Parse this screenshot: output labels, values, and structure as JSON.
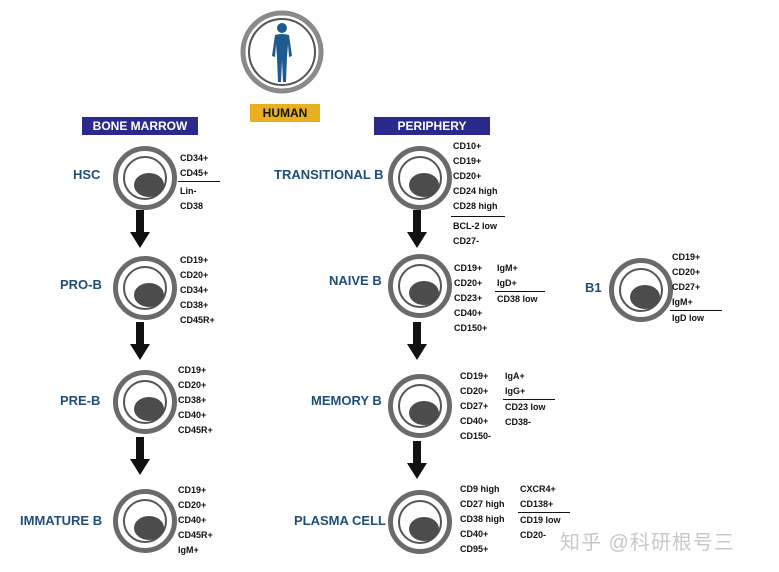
{
  "header": {
    "human_label": "HUMAN"
  },
  "sections": {
    "bone_marrow": "BONE MARROW",
    "periphery": "PERIPHERY"
  },
  "stages": {
    "hsc": {
      "name": "HSC",
      "markers_top": [
        "CD34+",
        "CD45+"
      ],
      "markers_bottom": [
        "Lin-",
        "CD38"
      ]
    },
    "pro_b": {
      "name": "PRO-B",
      "markers": [
        "CD19+",
        "CD20+",
        "CD34+",
        "CD38+",
        "CD45R+"
      ]
    },
    "pre_b": {
      "name": "PRE-B",
      "markers": [
        "CD19+",
        "CD20+",
        "CD38+",
        "CD40+",
        "CD45R+"
      ]
    },
    "immature_b": {
      "name": "IMMATURE B",
      "markers": [
        "CD19+",
        "CD20+",
        "CD40+",
        "CD45R+",
        "IgM+"
      ]
    },
    "transitional_b": {
      "name": "TRANSITIONAL B",
      "markers_top": [
        "CD10+",
        "CD19+",
        "CD20+",
        "CD24 high",
        "CD28 high"
      ],
      "markers_bottom": [
        "BCL-2 low",
        "CD27-"
      ]
    },
    "naive_b": {
      "name": "NAIVE B",
      "markers_col1": [
        "CD19+",
        "CD20+",
        "CD23+",
        "CD40+",
        "CD150+"
      ],
      "markers_col2_top": [
        "IgM+",
        "IgD+"
      ],
      "markers_col2_bottom": [
        "CD38 low"
      ]
    },
    "b1": {
      "name": "B1",
      "markers_top": [
        "CD19+",
        "CD20+",
        "CD27+",
        "IgM+"
      ],
      "markers_bottom": [
        "IgD low"
      ]
    },
    "memory_b": {
      "name": "MEMORY B",
      "markers_col1": [
        "CD19+",
        "CD20+",
        "CD27+",
        "CD40+",
        "CD150-"
      ],
      "markers_col2_top": [
        "IgA+",
        "IgG+"
      ],
      "markers_col2_bottom": [
        "CD23 low",
        "CD38-"
      ]
    },
    "plasma_cell": {
      "name": "PLASMA CELL",
      "markers_col1": [
        "CD9 high",
        "CD27 high",
        "CD38 high",
        "CD40+",
        "CD95+"
      ],
      "markers_col2_top": [
        "CXCR4+",
        "CD138+"
      ],
      "markers_col2_bottom": [
        "CD19 low",
        "CD20-"
      ]
    }
  },
  "watermark": "知乎 @科研根号三",
  "colors": {
    "stage_text": "#1f4e79",
    "section_bg": "#2b2a8c",
    "human_bg": "#e8b020",
    "human_figure": "#1f5a8e"
  }
}
